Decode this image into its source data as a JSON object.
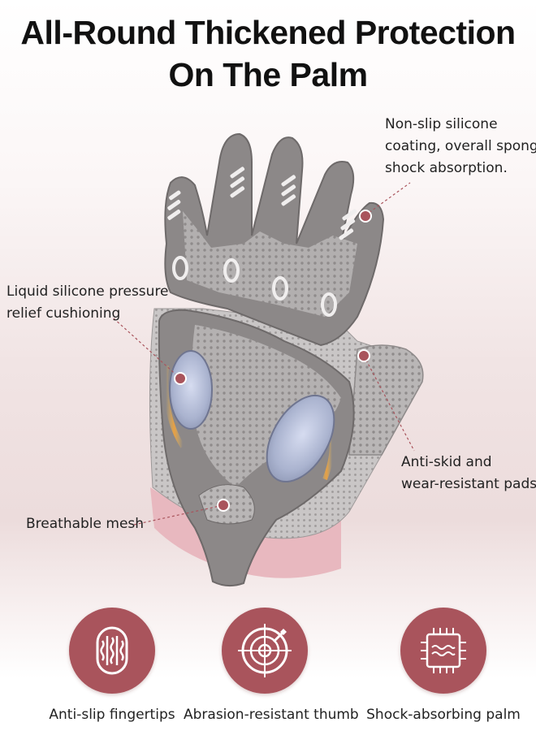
{
  "headline": {
    "line1": "All-Round Thickened Protection",
    "line2": "On The Palm"
  },
  "callouts": {
    "non_slip": {
      "line1": "Non-slip silicone",
      "line2": "coating, overall sponge",
      "line3": "shock absorption."
    },
    "liquid_silicone": {
      "line1": "Liquid silicone pressure",
      "line2": "relief cushioning"
    },
    "anti_skid": {
      "line1": "Anti-skid and",
      "line2": "wear-resistant pads"
    },
    "breathable": {
      "line1": "Breathable mesh"
    }
  },
  "features": [
    {
      "label": "Anti-slip fingertips",
      "icon": "fingertip-icon"
    },
    {
      "label": "Abrasion-resistant thumb",
      "icon": "target-icon"
    },
    {
      "label": "Shock-absorbing palm",
      "icon": "chip-wave-icon"
    }
  ],
  "colors": {
    "accent": "#a9545c",
    "glove_gray": "#8b8888",
    "mesh_gray": "#bfbcbc",
    "silicone_blue": "#b8c0da",
    "pink_cuff": "#e8b8bf"
  }
}
